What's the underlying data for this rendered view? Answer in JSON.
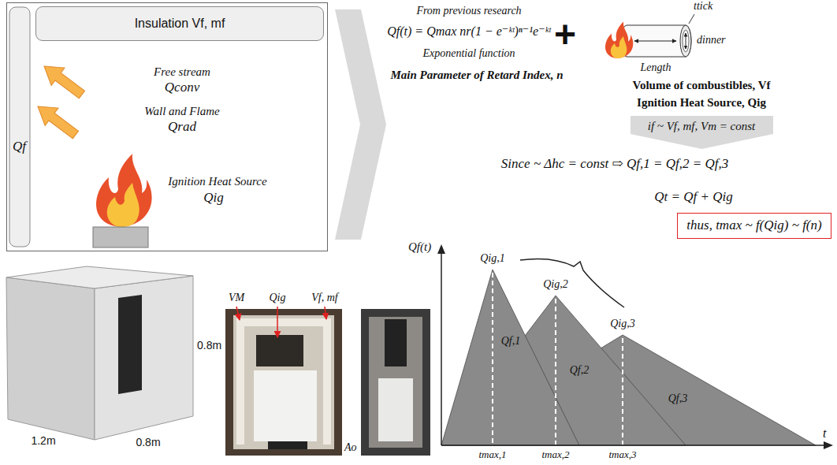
{
  "diagram": {
    "nodes": [
      {
        "text": [
          "Qf",
          "Free stream",
          "Qconv",
          "Wall and Flame",
          "Qrad",
          "Ignition Heat Source",
          "Qig"
        ]
      },
      {
        "text": [
          "Insulation Vf, mf"
        ],
        "in": 0
      },
      {
        "text": [
          "if ~ Vf, mf, Vm = const"
        ]
      },
      {
        "text": [
          "thus, tmax ~ f(Qig) ~ f(n)"
        ]
      }
    ],
    "labels": [
      "From previous research",
      "Qf(t) = Qmax nr(1 − e⁻ᵏᵗ)ⁿ⁻¹e⁻ᵏᵗ",
      "Exponential function",
      "Main Parameter of Retard Index, n",
      "+",
      "ttick",
      "dinner",
      "Length",
      "Volume of combustibles, Vf",
      "Ignition Heat Source, Qig",
      "Since ~ Δhc = const ⇨ Qf,1 = Qf,2 = Qf,3",
      "Qt = Qf + Qig",
      "Qf(t)",
      "Qig,1",
      "Qig,2",
      "Qig,3",
      "Qf,1",
      "Qf,2",
      "Qf,3",
      "t",
      "tmax,1",
      "tmax,2",
      "tmax,3",
      "1.2m",
      "0.8m",
      "0.8m",
      "VM",
      "Qig",
      "Vf, mf",
      "Ao"
    ]
  }
}
